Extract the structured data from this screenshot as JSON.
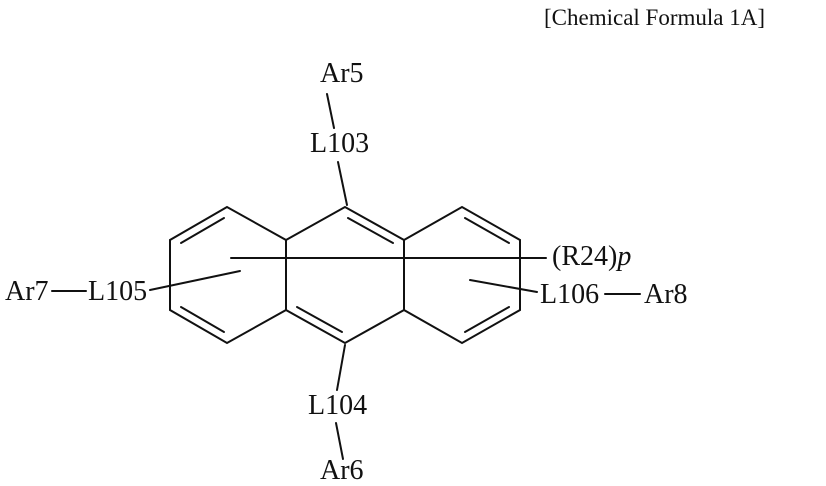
{
  "title": "[Chemical Formula 1A]",
  "labels": {
    "ar5": "Ar5",
    "l103": "L103",
    "ar7": "Ar7",
    "l105": "L105",
    "l104": "L104",
    "ar6": "Ar6",
    "l106": "L106",
    "ar8": "Ar8",
    "r24_group": "(R24)",
    "r24_sub": "p"
  },
  "structure": {
    "core": "anthracene (three fused six-membered rings)",
    "substituents": [
      "Ar5-L103 at top position (9)",
      "Ar6-L104 at bottom position (10)",
      "Ar7-L105 at left ring, variable position",
      "Ar8-L106 at right ring, variable position",
      "(R24)p attached at any ring position"
    ]
  },
  "colors": {
    "ink": "#111111",
    "background": "#ffffff"
  }
}
